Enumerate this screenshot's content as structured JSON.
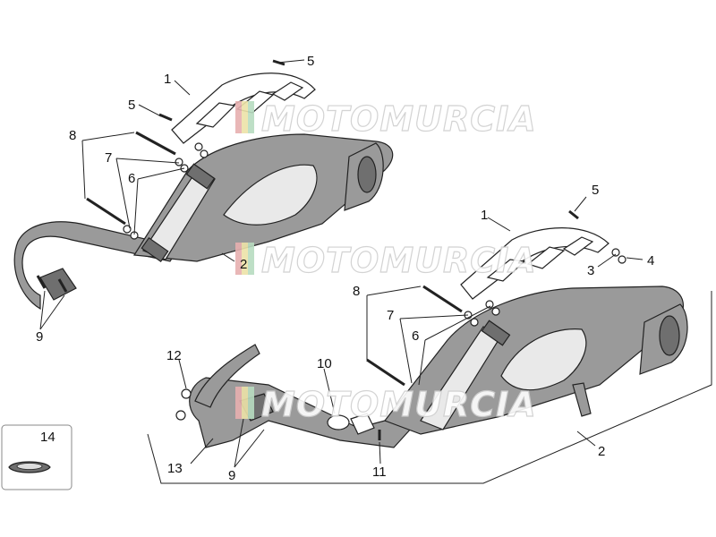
{
  "diagram": {
    "callouts": {
      "c1a": "1",
      "c5a": "5",
      "c5b": "5",
      "c8a": "8",
      "c7a": "7",
      "c6a": "6",
      "c2a": "2",
      "c9a": "9",
      "c5c": "5",
      "c1b": "1",
      "c4": "4",
      "c3": "3",
      "c8b": "8",
      "c7b": "7",
      "c6b": "6",
      "c12": "12",
      "c10": "10",
      "c13": "13",
      "c9b": "9",
      "c11": "11",
      "c2b": "2",
      "c14": "14"
    },
    "watermark": "MOTOMURCIA",
    "colors": {
      "line": "#222222",
      "muffler": "#9a9a9a",
      "heat_shield": "#e9e9e9",
      "watermark_text": "#d0d0d0"
    }
  }
}
